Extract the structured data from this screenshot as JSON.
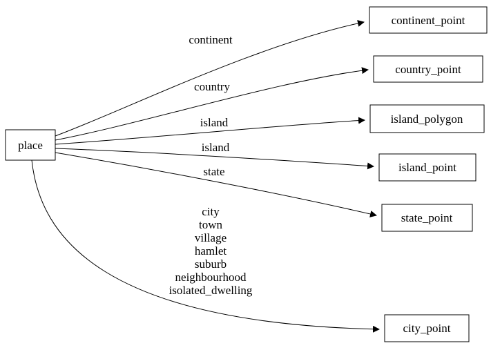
{
  "diagram": {
    "type": "directed-graph",
    "colors": {
      "background": "#ffffff",
      "node_border": "#000000",
      "edge_line": "#000000",
      "text": "#000000"
    },
    "nodes": [
      {
        "id": "place",
        "label": "place"
      },
      {
        "id": "continent_point",
        "label": "continent_point"
      },
      {
        "id": "country_point",
        "label": "country_point"
      },
      {
        "id": "island_polygon",
        "label": "island_polygon"
      },
      {
        "id": "island_point",
        "label": "island_point"
      },
      {
        "id": "state_point",
        "label": "state_point"
      },
      {
        "id": "city_point",
        "label": "city_point"
      }
    ],
    "edges": [
      {
        "from": "place",
        "to": "continent_point",
        "label": "continent"
      },
      {
        "from": "place",
        "to": "country_point",
        "label": "country"
      },
      {
        "from": "place",
        "to": "island_polygon",
        "label": "island"
      },
      {
        "from": "place",
        "to": "island_point",
        "label": "island"
      },
      {
        "from": "place",
        "to": "state_point",
        "label": "state"
      },
      {
        "from": "place",
        "to": "city_point",
        "label_lines": [
          "city",
          "town",
          "village",
          "hamlet",
          "suburb",
          "neighbourhood",
          "isolated_dwelling"
        ]
      }
    ]
  }
}
